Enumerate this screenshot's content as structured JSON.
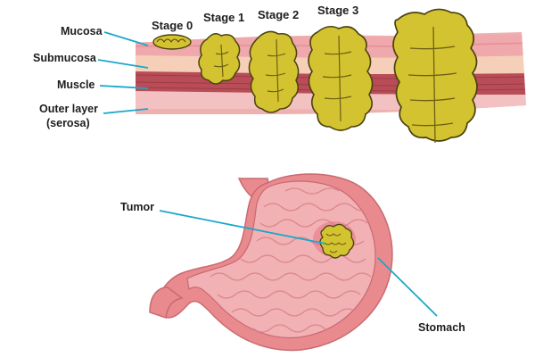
{
  "layers": {
    "mucosa": "Mucosa",
    "submucosa": "Submucosa",
    "muscle": "Muscle",
    "serosa_line1": "Outer layer",
    "serosa_line2": "(serosa)"
  },
  "stages": [
    "Stage 0",
    "Stage 1",
    "Stage 2",
    "Stage 3"
  ],
  "stomach": {
    "tumor_label": "Tumor",
    "organ_label": "Stomach"
  },
  "colors": {
    "pointer_line": "#1aa7c9",
    "tumor_fill": "#d4c330",
    "tumor_outline": "#4a4210",
    "mucosa": "#efa8ac",
    "submucosa": "#f6cfb8",
    "muscle": "#b84d57",
    "serosa": "#efb0b0",
    "stomach_wall": "#e98a8e",
    "stomach_inner": "#f2b1b4"
  }
}
